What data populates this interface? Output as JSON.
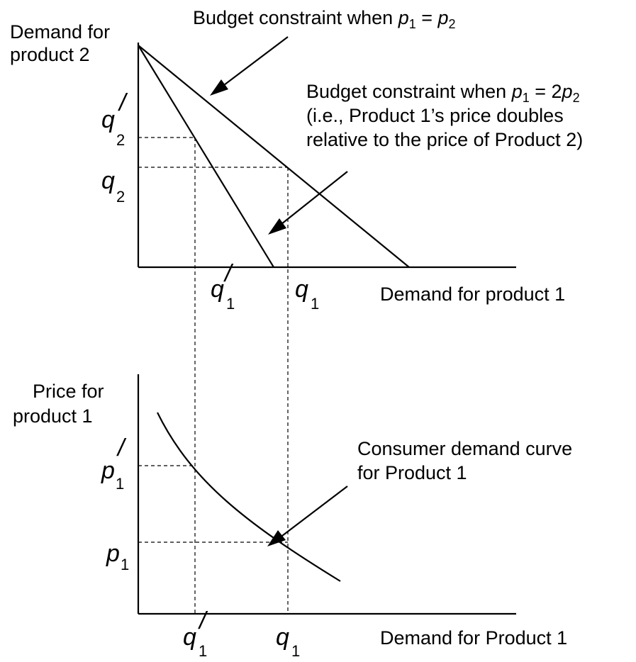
{
  "top_chart": {
    "y_label": [
      "Demand for",
      "product 2"
    ],
    "x_label": "Demand for product 1",
    "y_ticks": {
      "q2_prime": {
        "base": "q",
        "sub": "2",
        "mark": "/"
      },
      "q2": {
        "base": "q",
        "sub": "2"
      }
    },
    "x_ticks": {
      "q1_prime": {
        "base": "q",
        "sub": "1",
        "mark": "/"
      },
      "q1": {
        "base": "q",
        "sub": "1"
      }
    },
    "annotation_equal": {
      "prefix": "Budget constraint when ",
      "lhs": "p",
      "lhs_sub": "1",
      "op": " = ",
      "rhs": "p",
      "rhs_sub": "2"
    },
    "annotation_double": {
      "prefix": "Budget constraint when ",
      "lhs": "p",
      "lhs_sub": "1",
      "op": " = 2",
      "rhs": "p",
      "rhs_sub": "2",
      "line2": "(i.e., Product 1’s price doubles",
      "line3": "relative to the price of Product 2)"
    }
  },
  "bottom_chart": {
    "y_label": [
      "Price for",
      "product 1"
    ],
    "x_label": "Demand for Product 1",
    "y_ticks": {
      "p1_prime": {
        "base": "p",
        "sub": "1",
        "mark": "/"
      },
      "p1": {
        "base": "p",
        "sub": "1"
      }
    },
    "x_ticks": {
      "q1_prime": {
        "base": "q",
        "sub": "1",
        "mark": "/"
      },
      "q1": {
        "base": "q",
        "sub": "1"
      }
    },
    "annotation_curve": [
      "Consumer demand curve",
      "for Product 1"
    ]
  }
}
